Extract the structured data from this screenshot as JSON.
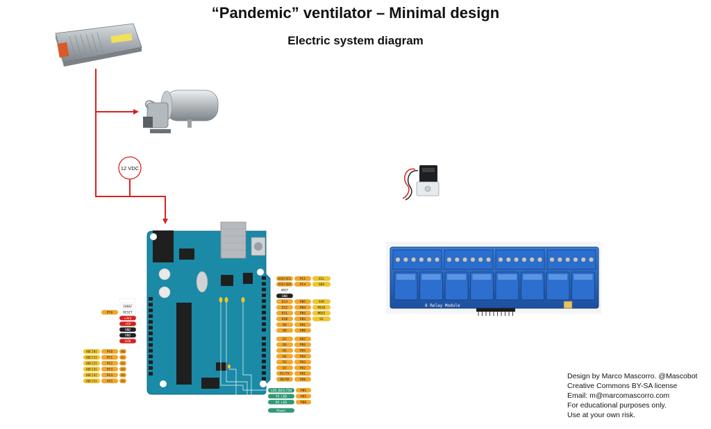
{
  "header": {
    "title": "“Pandemic” ventilator – Minimal design",
    "subtitle": "Electric system diagram"
  },
  "wiring": {
    "voltage_label": "12 VDC",
    "color": "#d8201e"
  },
  "relay_module": {
    "board_label": "8 Relay Module"
  },
  "arduino": {
    "left_pins": [
      {
        "label": "",
        "color": "#ffffff"
      },
      {
        "label": "IOREF",
        "color": "#ffffff"
      },
      {
        "label": "RESET",
        "color": "#ffffff"
      },
      {
        "label": "+3V3",
        "color": "#d8201e"
      },
      {
        "label": "+5V",
        "color": "#d8201e"
      },
      {
        "label": "GND",
        "color": "#222222"
      },
      {
        "label": "GND",
        "color": "#222222"
      },
      {
        "label": "VIN",
        "color": "#d8201e"
      }
    ],
    "left_pin_extra": "PC6",
    "analog_pins": [
      {
        "a": "ADC[0]",
        "p": "PC0",
        "n": "A0"
      },
      {
        "a": "ADC[1]",
        "p": "PC1",
        "n": "A1"
      },
      {
        "a": "ADC[2]",
        "p": "PC2",
        "n": "A2"
      },
      {
        "a": "ADC[3]",
        "p": "PC3",
        "n": "A3"
      },
      {
        "a": "ADC[4]",
        "p": "PC4",
        "n": "A4"
      },
      {
        "a": "ADC[5]",
        "p": "PC5",
        "n": "A5"
      }
    ],
    "right_pins_top": [
      {
        "a": "D19/SCL",
        "b": "PC5",
        "c": "SCL"
      },
      {
        "a": "D18/SDA",
        "b": "PC4",
        "c": "SDA"
      },
      {
        "a": "AREF",
        "b": "",
        "c": ""
      },
      {
        "a": "GND",
        "b": "",
        "c": ""
      },
      {
        "a": "D13",
        "b": "PB5",
        "c": "SCK"
      },
      {
        "a": "D12",
        "b": "PB4",
        "c": "MISO"
      },
      {
        "a": "D11",
        "b": "PB3",
        "c": "MOSI"
      },
      {
        "a": "D10",
        "b": "PB2",
        "c": "SS"
      },
      {
        "a": "D9",
        "b": "PB1",
        "c": ""
      },
      {
        "a": "D8",
        "b": "PB0",
        "c": ""
      }
    ],
    "right_pins_bottom": [
      {
        "a": "D7",
        "b": "PD7",
        "c": ""
      },
      {
        "a": "D6",
        "b": "PD6",
        "c": ""
      },
      {
        "a": "D5",
        "b": "PD5",
        "c": ""
      },
      {
        "a": "D4",
        "b": "PD4",
        "c": ""
      },
      {
        "a": "D3",
        "b": "PD3",
        "c": ""
      },
      {
        "a": "D2",
        "b": "PD2",
        "c": ""
      },
      {
        "a": "D1/TX",
        "b": "PD1",
        "c": ""
      },
      {
        "a": "D0/RX",
        "b": "PD0",
        "c": ""
      }
    ],
    "led_labels": [
      {
        "label": "LED_BUILTIN",
        "pin": "PB5"
      },
      {
        "label": "TX LED",
        "pin": "PD5"
      },
      {
        "label": "RX LED",
        "pin": "PB0"
      }
    ],
    "power_label": "Power",
    "colors": {
      "board": "#1a8aa6",
      "orange": "#f5a623",
      "yellow": "#f3c623",
      "green": "#2e9a74"
    }
  },
  "credits": [
    "Design by Marco Mascorro. @Mascobot",
    "Creative Commons BY-SA license",
    "Email: m@marcomascorro.com",
    "For educational purposes only.",
    "Use at your own risk."
  ]
}
